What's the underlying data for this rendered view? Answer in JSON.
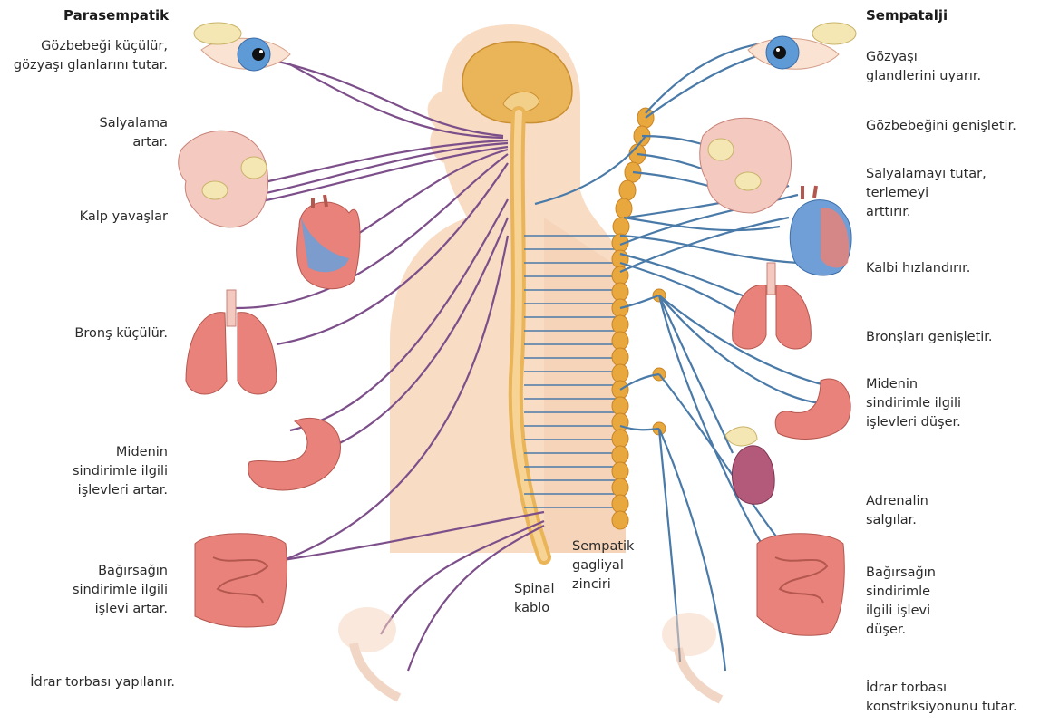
{
  "titles": {
    "left": "Parasempatik",
    "right": "Sempatalji"
  },
  "left_labels": [
    "Gözbebeği küçülür,\ngözyaşı glanlarını tutar.",
    "Salyalama\nartar.",
    "Kalp yavaşlar",
    "Bronş küçülür.",
    "Midenin\nsindirimle ilgili\nişlevleri artar.",
    "Bağırsağın\nsindirimle ilgili\nişlevi artar.",
    "İdrar torbası yapılanır."
  ],
  "right_labels": [
    "Gözyaşı\nglandlerini uyarır.",
    "Gözbebeğini genişletir.",
    "Salyalamayı tutar,\nterlemeyi\narttırır.",
    "Kalbi hızlandırır.",
    "Bronşları genişletir.",
    "Midenin\nsindirimle ilgili\nişlevleri düşer.",
    "Adrenalin\nsalgılar.",
    "Bağırsağın\nsindirimle\nilgili işlevi\ndüşer.",
    "İdrar torbası\nkonstriksiyonunu tutar."
  ],
  "center_labels": {
    "spinal": "Spinal\nkablo",
    "chain": "Sempatik\ngagliyal\nzinciri"
  },
  "colors": {
    "parasympathetic_nerve": "#7d4f8a",
    "sympathetic_nerve": "#4a7aa8",
    "body": "#f8dcc4",
    "brain": "#eab458",
    "ganglion": "#e8a83e",
    "organ": "#e8827a",
    "eye_iris": "#5d9ad6"
  },
  "icons": [
    "eye-icon",
    "salivary-gland-icon",
    "heart-icon",
    "lungs-icon",
    "stomach-icon",
    "intestine-icon",
    "bladder-icon",
    "kidney-adrenal-icon"
  ]
}
